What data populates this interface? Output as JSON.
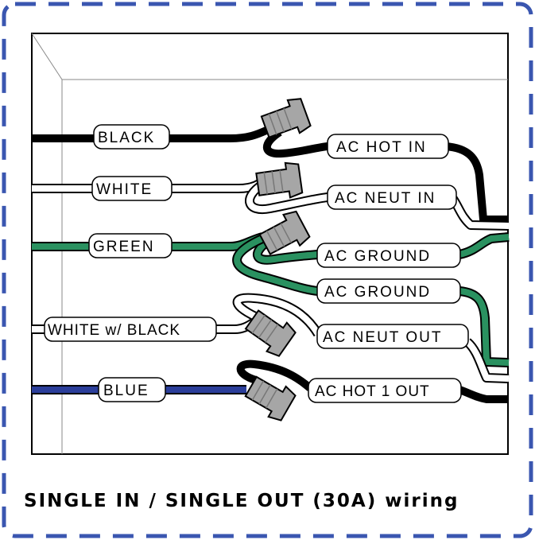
{
  "caption": "SINGLE IN / SINGLE OUT (30A) wiring",
  "colors": {
    "border_dash": "#3a56b0",
    "black_wire": "#000000",
    "white_wire": "#ffffff",
    "green_wire": "#2a9160",
    "blue_wire": "#2b3e9a",
    "wire_nut": "#a6a6a6"
  },
  "left_labels": {
    "black": "BLACK",
    "white": "WHITE",
    "green": "GREEN",
    "white_black": "WHITE w/ BLACK",
    "blue": "BLUE"
  },
  "right_labels": {
    "ac_hot_in": "AC HOT IN",
    "ac_neut_in": "AC NEUT IN",
    "ac_ground_1": "AC GROUND",
    "ac_ground_2": "AC GROUND",
    "ac_neut_out": "AC NEUT OUT",
    "ac_hot_1_out": "AC HOT 1 OUT"
  }
}
